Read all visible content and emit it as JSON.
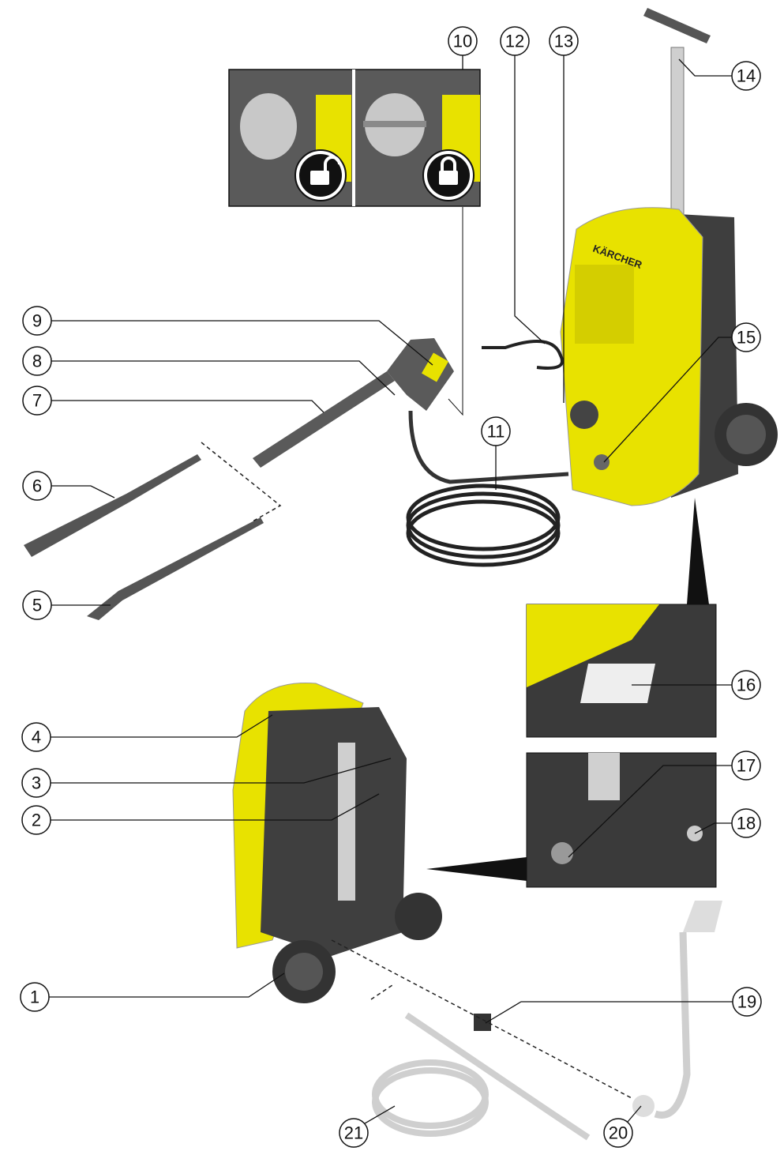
{
  "diagram": {
    "brand_logo": "KÄRCHER",
    "callouts": [
      "1",
      "2",
      "3",
      "4",
      "5",
      "6",
      "7",
      "8",
      "9",
      "10",
      "11",
      "12",
      "13",
      "14",
      "15",
      "16",
      "17",
      "18",
      "19",
      "20",
      "21"
    ],
    "colors": {
      "yellow": "#e8e200",
      "dark": "#4a4a4a",
      "mid": "#6b6b6b",
      "light": "#bdbdbd",
      "line": "#111111"
    }
  }
}
